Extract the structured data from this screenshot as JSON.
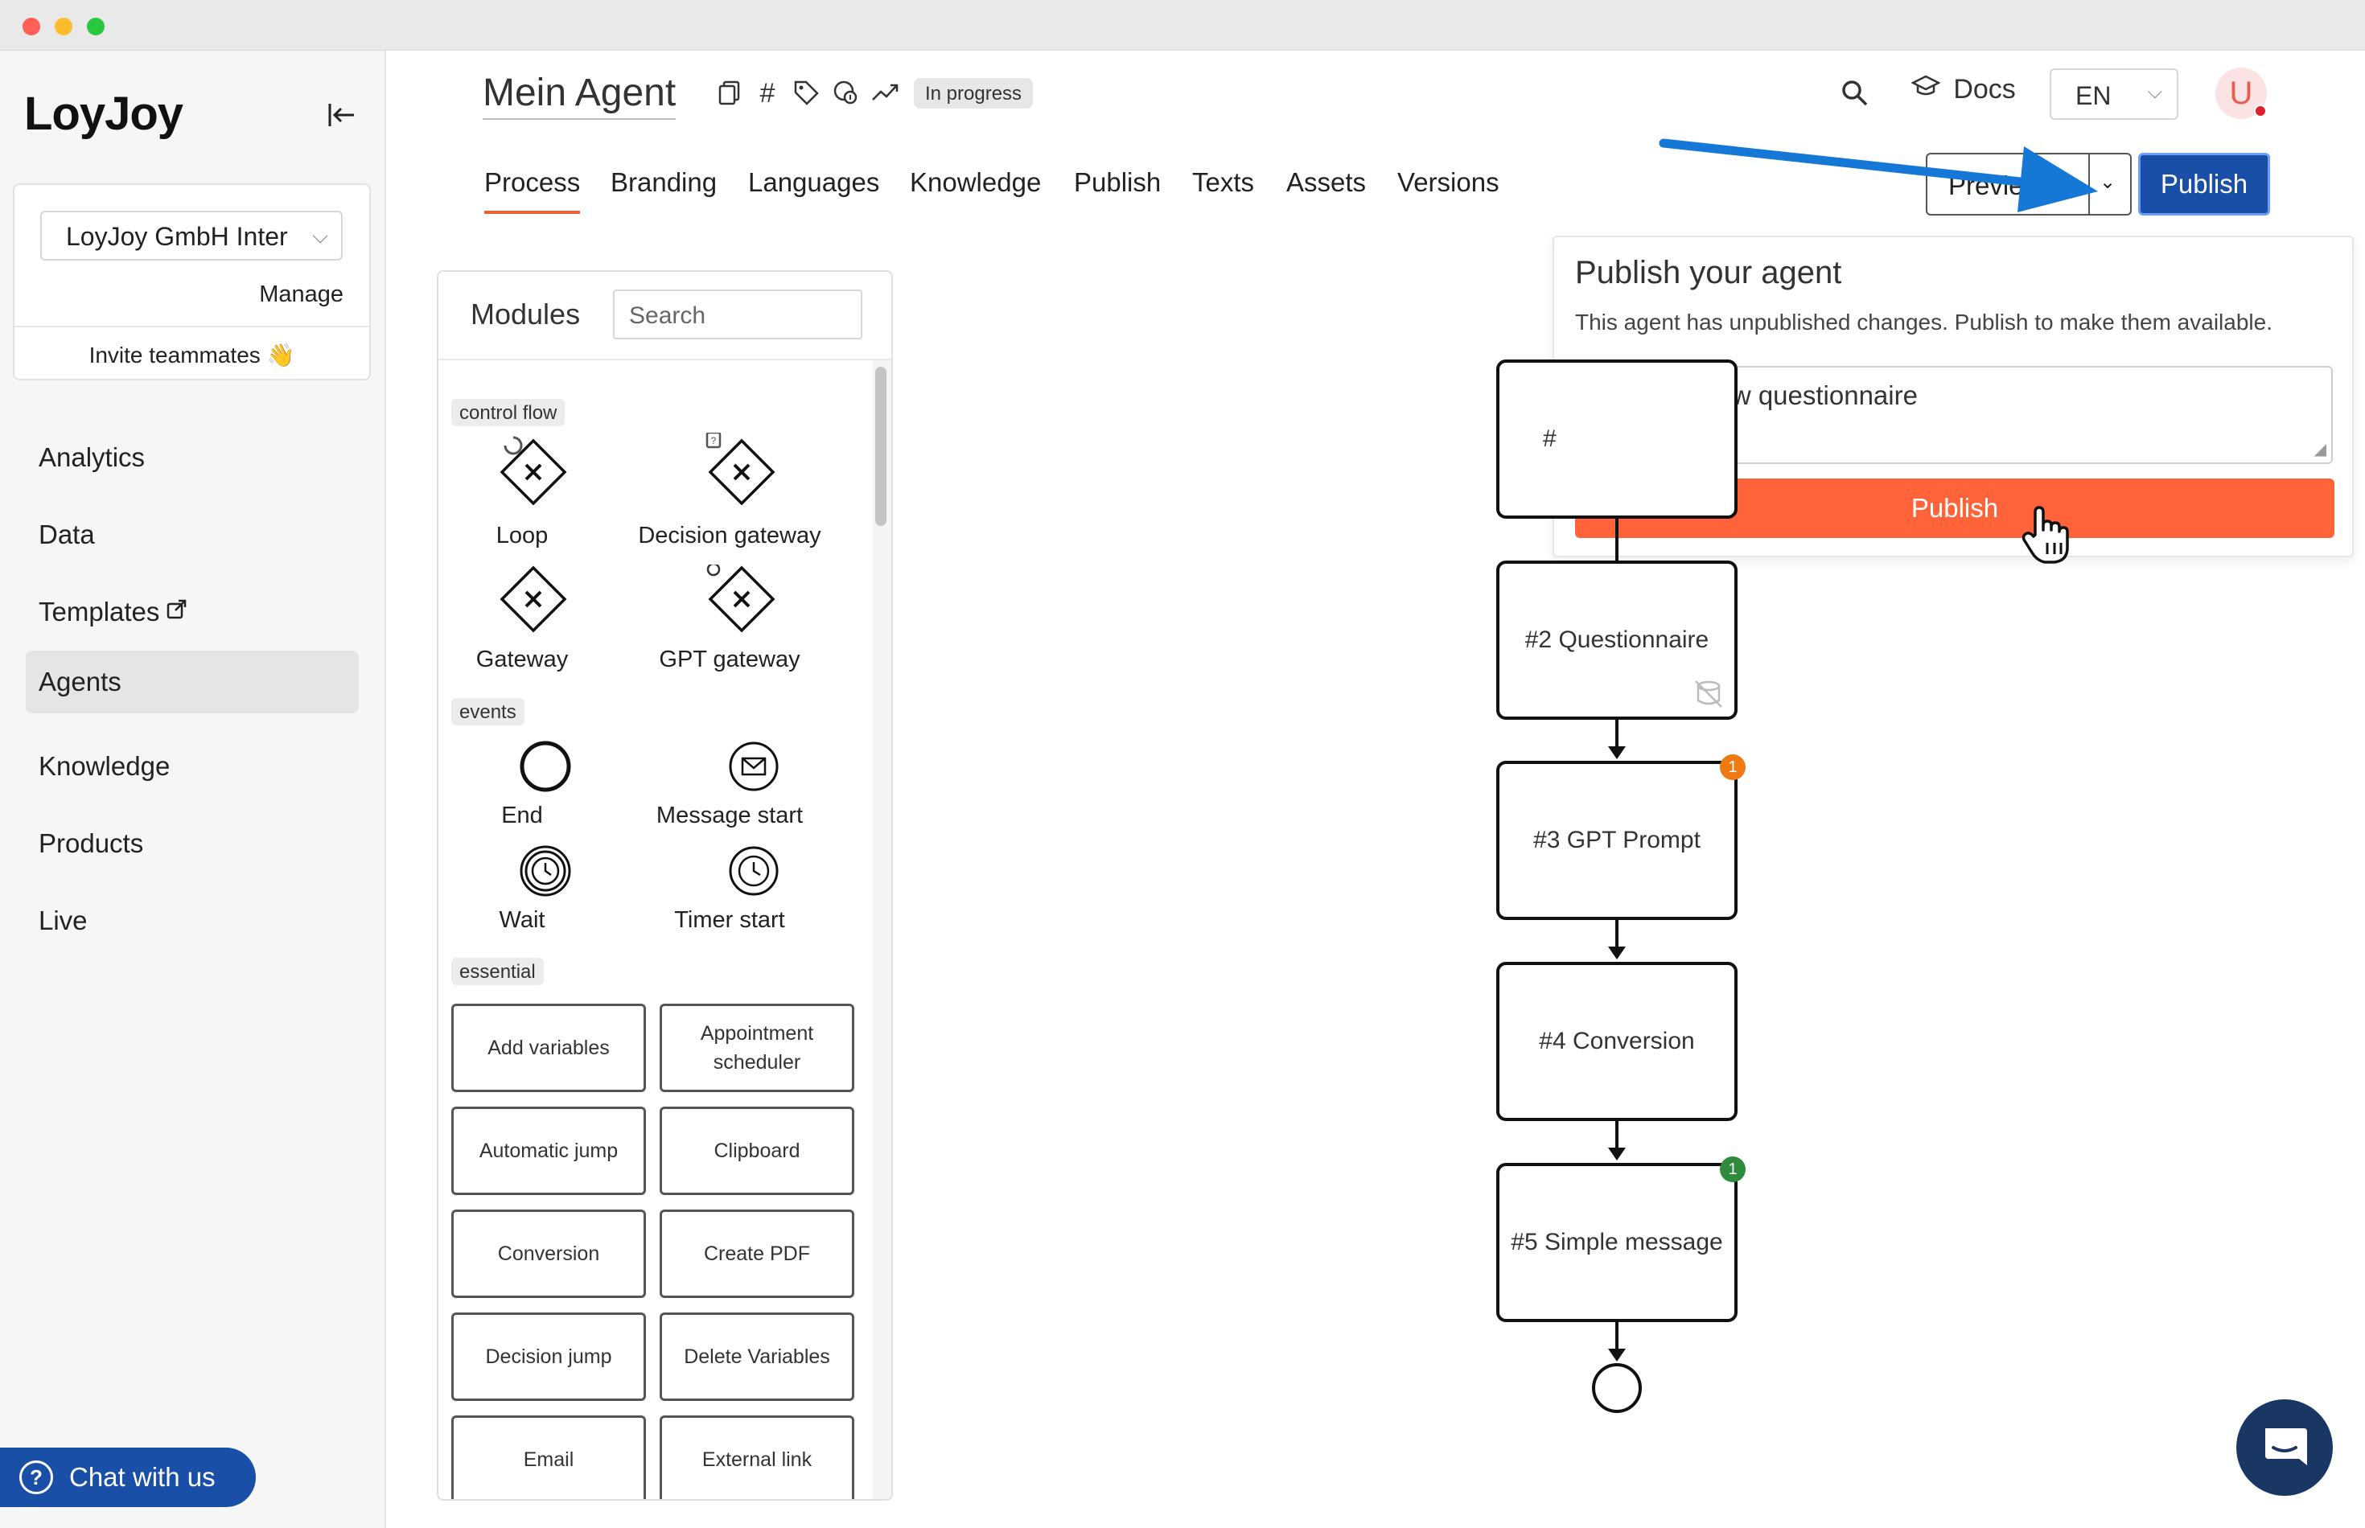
{
  "sidebar": {
    "logo": "LoyJoy",
    "org_select": "LoyJoy GmbH Inter",
    "manage": "Manage",
    "invite": "Invite teammates 👋",
    "items": [
      {
        "label": "Analytics"
      },
      {
        "label": "Data"
      },
      {
        "label": "Templates"
      },
      {
        "label": "Agents",
        "active": true
      },
      {
        "label": "Knowledge"
      },
      {
        "label": "Products"
      },
      {
        "label": "Live"
      }
    ],
    "chat_label": "Chat with us"
  },
  "header": {
    "agent_name": "Mein Agent",
    "status_badge": "In progress",
    "docs": "Docs",
    "language": "EN",
    "avatar_initial": "U"
  },
  "tabs": [
    "Process",
    "Branding",
    "Languages",
    "Knowledge",
    "Publish",
    "Texts",
    "Assets",
    "Versions"
  ],
  "actions": {
    "preview": "Previe",
    "publish": "Publish"
  },
  "publish_popover": {
    "title": "Publish your agent",
    "description": "This agent has unpublished changes. Publish to make them available.",
    "message_value": "Added a new questionnaire",
    "button": "Publish"
  },
  "modules_panel": {
    "title": "Modules",
    "search_placeholder": "Search",
    "categories": {
      "control_flow": "control flow",
      "events": "events",
      "essential": "essential"
    },
    "control_flow_items": [
      "Loop",
      "Decision gateway",
      "Gateway",
      "GPT gateway"
    ],
    "event_items": [
      "End",
      "Message start",
      "Wait",
      "Timer start"
    ],
    "essential_items": [
      "Add variables",
      "Appointment scheduler",
      "Automatic jump",
      "Clipboard",
      "Conversion",
      "Create PDF",
      "Decision jump",
      "Delete Variables",
      "Email",
      "External link"
    ]
  },
  "flow": {
    "nodes": [
      {
        "label": "#"
      },
      {
        "label": "#2 Questionnaire"
      },
      {
        "label": "#3 GPT Prompt",
        "badge": "1",
        "badge_color": "#ee7a14"
      },
      {
        "label": "#4 Conversion"
      },
      {
        "label": "#5 Simple message",
        "badge": "1",
        "badge_color": "#2e8b3c"
      }
    ]
  },
  "colors": {
    "brand_blue": "#1a4fa8",
    "publish_orange": "#ff6339",
    "tab_underline": "#e8613a",
    "annotation_arrow": "#1577d6"
  }
}
